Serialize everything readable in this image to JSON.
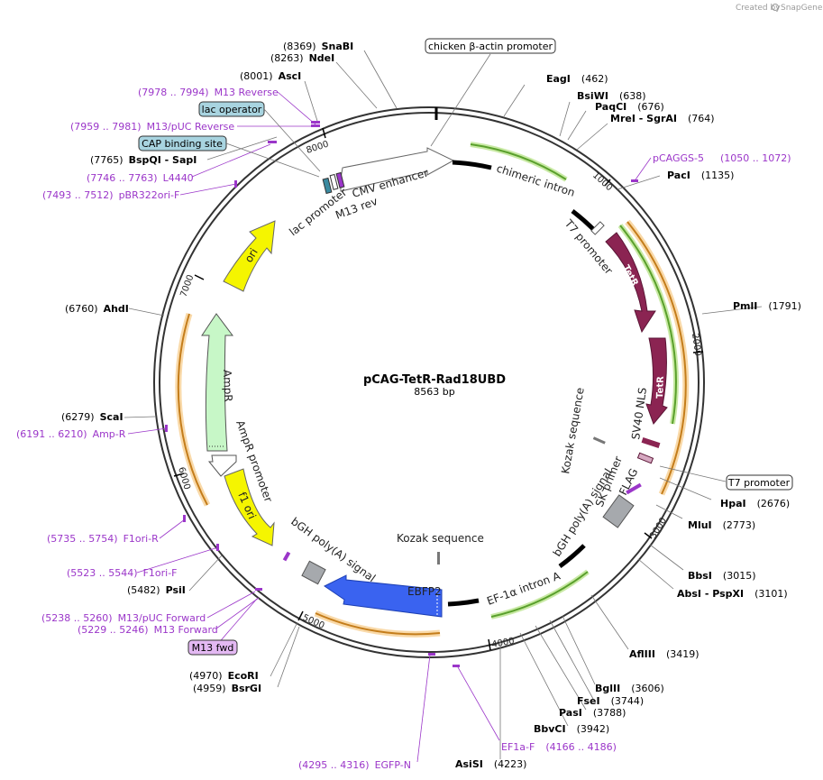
{
  "credit": {
    "created_by": "Created by",
    "brand": "SnapGene"
  },
  "plasmid": {
    "name": "pCAG-TetR-Rad18UBD",
    "length_label": "8563 bp"
  },
  "ticks": [
    "1000",
    "2000",
    "3000",
    "4000",
    "5000",
    "6000",
    "7000",
    "8000"
  ],
  "enzymes": [
    {
      "name": "SnaBI",
      "pos": "(8369)"
    },
    {
      "name": "NdeI",
      "pos": "(8263)"
    },
    {
      "name": "AscI",
      "pos": "(8001)"
    },
    {
      "name": "EagI",
      "pos": "(462)"
    },
    {
      "name": "BsiWI",
      "pos": "(638)"
    },
    {
      "name": "PaqCI",
      "pos": "(676)"
    },
    {
      "name": "MreI - SgrAI",
      "pos": "(764)"
    },
    {
      "name": "PacI",
      "pos": "(1135)"
    },
    {
      "name": "PmlI",
      "pos": "(1791)"
    },
    {
      "name": "HpaI",
      "pos": "(2676)"
    },
    {
      "name": "MluI",
      "pos": "(2773)"
    },
    {
      "name": "BbsI",
      "pos": "(3015)"
    },
    {
      "name": "AbsI - PspXI",
      "pos": "(3101)"
    },
    {
      "name": "AflIII",
      "pos": "(3419)"
    },
    {
      "name": "BglII",
      "pos": "(3606)"
    },
    {
      "name": "FseI",
      "pos": "(3744)"
    },
    {
      "name": "PasI",
      "pos": "(3788)"
    },
    {
      "name": "BbvCI",
      "pos": "(3942)"
    },
    {
      "name": "AsiSI",
      "pos": "(4223)"
    },
    {
      "name": "EcoRI",
      "pos": "(4970)"
    },
    {
      "name": "BsrGI",
      "pos": "(4959)"
    },
    {
      "name": "PsiI",
      "pos": "(5482)"
    },
    {
      "name": "ScaI",
      "pos": "(6279)"
    },
    {
      "name": "AhdI",
      "pos": "(6760)"
    },
    {
      "name": "BspQI - SapI",
      "pos": "(7765)"
    }
  ],
  "primers": [
    {
      "range": "(7978 .. 7994)",
      "name": "M13 Reverse"
    },
    {
      "range": "(7959 .. 7981)",
      "name": "M13/pUC Reverse"
    },
    {
      "range": "(7746 .. 7763)",
      "name": "L4440"
    },
    {
      "range": "(7493 .. 7512)",
      "name": "pBR322ori-F"
    },
    {
      "range": "(1050 .. 1072)",
      "name": "pCAGGS-5"
    },
    {
      "range": "(6191 .. 6210)",
      "name": "Amp-R"
    },
    {
      "range": "(5735 .. 5754)",
      "name": "F1ori-R"
    },
    {
      "range": "(5523 .. 5544)",
      "name": "F1ori-F"
    },
    {
      "range": "(5238 .. 5260)",
      "name": "M13/pUC Forward"
    },
    {
      "range": "(5229 .. 5246)",
      "name": "M13 Forward"
    },
    {
      "range": "(4295 .. 4316)",
      "name": "EGFP-N"
    },
    {
      "range": "(4166 .. 4186)",
      "name": "EF1a-F"
    }
  ],
  "boxes": {
    "lac_operator": "lac operator",
    "cap_site": "CAP binding site",
    "chicken_promoter": "chicken β-actin promoter",
    "t7_promoter_box": "T7 promoter",
    "m13_fwd": "M13 fwd"
  },
  "features": {
    "chimeric_intron": "chimeric intron",
    "t7_promoter": "T7 promoter",
    "tetr1": "TetR",
    "tetr2": "TetR",
    "sv40_nls": "SV40 NLS",
    "kozak1": "Kozak sequence",
    "sk_primer": "SK primer",
    "flag": "FLAG",
    "bgh1": "bGH poly(A) signal",
    "ef1a": "EF-1α intron A",
    "ebfp2": "EBFP2",
    "kozak2": "Kozak sequence",
    "bgh2": "bGH poly(A) signal",
    "f1ori": "f1 ori",
    "ampr_promoter": "AmpR promoter",
    "ampr": "AmpR",
    "ori": "ori",
    "lac_promoter": "lac promoter",
    "m13_rev": "M13 rev",
    "cmv_enhancer": "CMV enhancer"
  },
  "colors": {
    "tetr": "#8b2452",
    "ebfp2": "#3a63f0",
    "ori": "#f5f500",
    "ampr": "#c7f7c7",
    "primer": "#9b36c9",
    "orange_band": "#f4a64a",
    "green_band": "#5aa02c",
    "lac_operator_fill": "#a8d4e0",
    "m13_fwd_fill": "#e3b8f2"
  }
}
